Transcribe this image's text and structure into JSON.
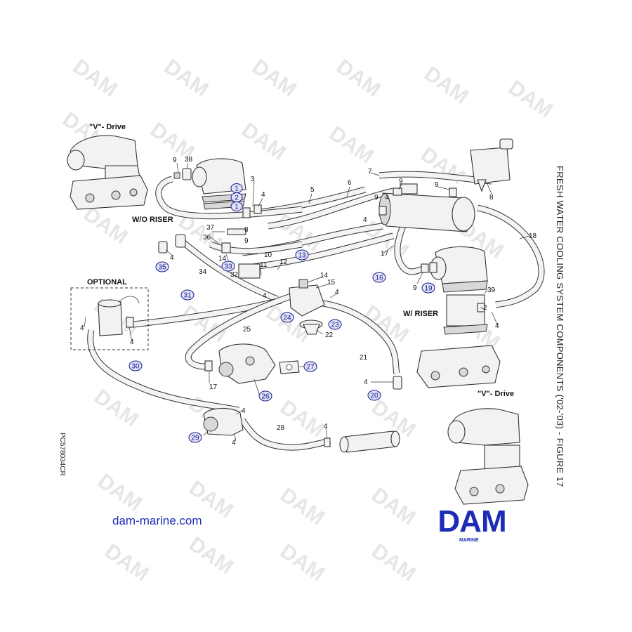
{
  "diagram": {
    "title": "FRESH WATER COOLING SYSTEM COMPONENTS ('02-'03) - FIGURE 17",
    "code": "PC578034CR",
    "website": "dam-marine.com",
    "logo": {
      "main": "DAM",
      "sub": "MARINE",
      "color": "#1d2cb6"
    },
    "watermark": "DAM",
    "section_labels": {
      "vdrive_top": "\"V\"- Drive",
      "wo_riser": "W/O RISER",
      "optional": "OPTIONAL",
      "w_riser": "W/ RISER",
      "vdrive_bottom": "\"V\"- Drive"
    },
    "part_numbers": {
      "p9a": "9",
      "p38": "38",
      "p3": "3",
      "p4a": "4",
      "p5": "5",
      "p6": "6",
      "p7": "7",
      "p9b": "9",
      "p9c": "9",
      "p9d": "9",
      "p8a": "8",
      "p4b": "4",
      "p18": "18",
      "p36": "36",
      "p37": "37",
      "p8b": "8",
      "p9e": "9",
      "p10": "10",
      "p11": "11",
      "p12": "12",
      "p14a": "14",
      "p4c": "4",
      "p34": "34",
      "p32": "32",
      "p17a": "17",
      "p4d": "4",
      "p9f": "9",
      "p14b": "14",
      "p15": "15",
      "p4e": "4",
      "p4f": "4",
      "p39": "39",
      "p2": "2",
      "p4g": "4",
      "p25": "25",
      "p22": "22",
      "p21": "21",
      "p4h": "4",
      "p4i": "4",
      "p4j": "4",
      "p17b": "17",
      "p4k": "4",
      "p4l": "4",
      "p28": "28",
      "p4m": "4"
    },
    "circled_numbers": {
      "c1": "1",
      "c2": "2",
      "c1b": "1",
      "c13": "13",
      "c16": "16",
      "c19": "19",
      "c35": "35",
      "c33": "33",
      "c31": "31",
      "c24": "24",
      "c23": "23",
      "c27": "27",
      "c26": "26",
      "c30": "30",
      "c20": "20",
      "c29": "29"
    }
  }
}
